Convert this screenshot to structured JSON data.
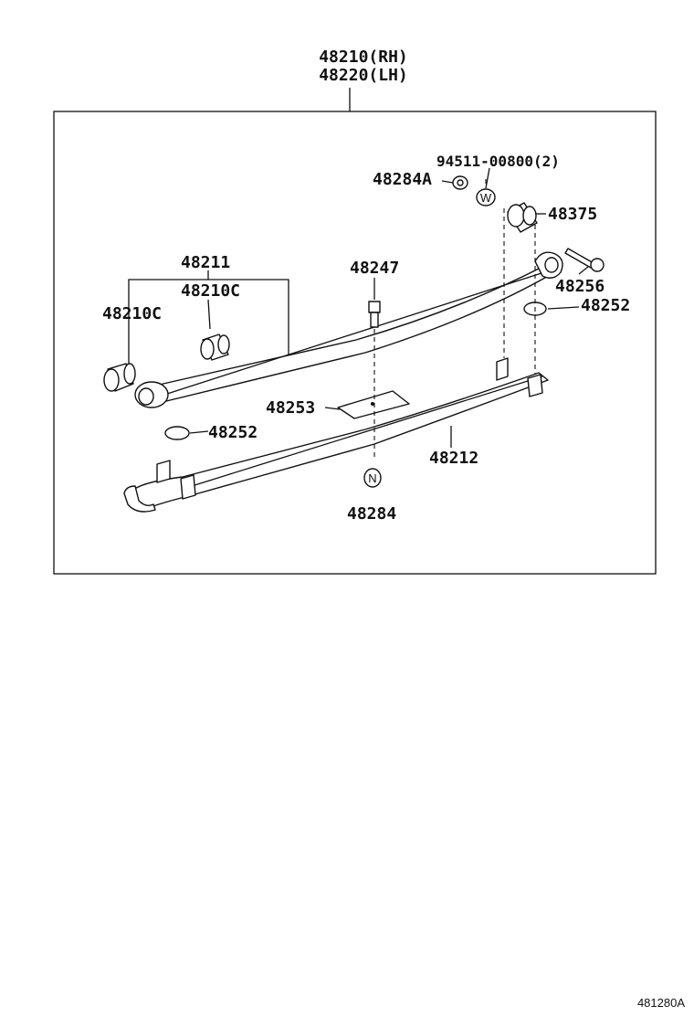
{
  "diagram": {
    "title_lines": [
      "48210(RH)",
      "48220(LH)"
    ],
    "parts": [
      {
        "id": "p-94511",
        "label": "94511-00800(2)"
      },
      {
        "id": "p-48284A",
        "label": "48284A"
      },
      {
        "id": "p-48375",
        "label": "48375"
      },
      {
        "id": "p-48211",
        "label": "48211"
      },
      {
        "id": "p-48210C-a",
        "label": "48210C"
      },
      {
        "id": "p-48210C-b",
        "label": "48210C"
      },
      {
        "id": "p-48247",
        "label": "48247"
      },
      {
        "id": "p-48256",
        "label": "48256"
      },
      {
        "id": "p-48252-a",
        "label": "48252"
      },
      {
        "id": "p-48253",
        "label": "48253"
      },
      {
        "id": "p-48252-b",
        "label": "48252"
      },
      {
        "id": "p-48212",
        "label": "48212"
      },
      {
        "id": "p-48284",
        "label": "48284"
      }
    ],
    "marks": {
      "washer_letter": "W",
      "nut_letter": "N"
    },
    "figure_ref": "481280A"
  }
}
